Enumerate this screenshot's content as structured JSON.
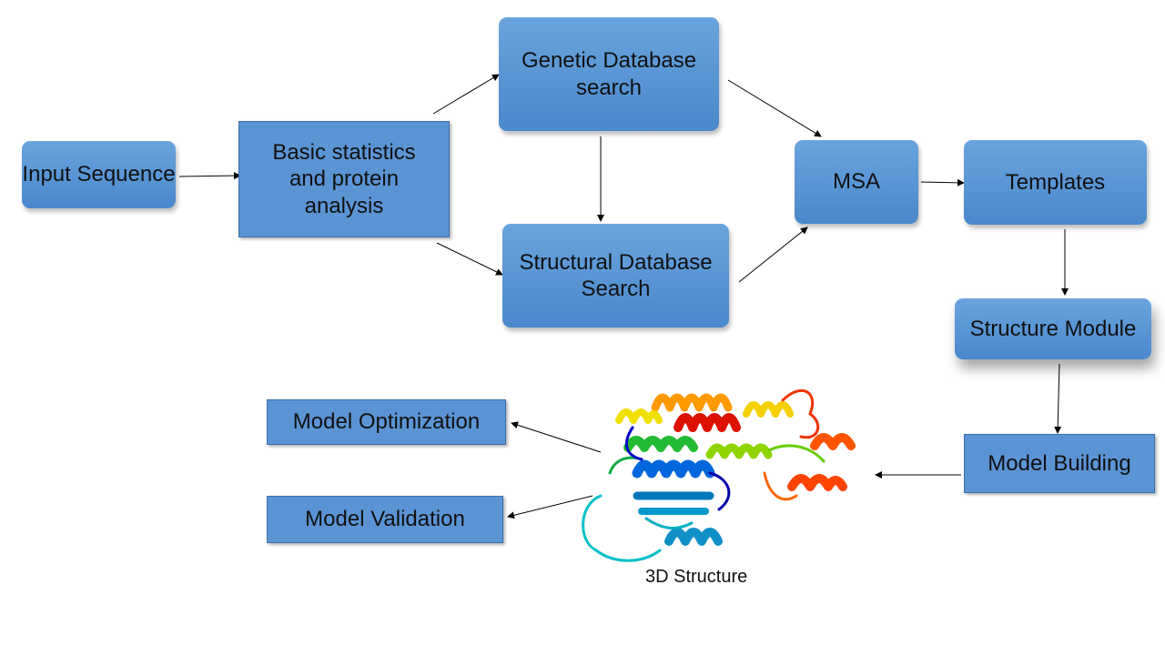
{
  "nodes": {
    "input": "Input Sequence",
    "basic": "Basic statistics and protein analysis",
    "genetic": "Genetic Database search",
    "structural": "Structural Database Search",
    "msa": "MSA",
    "templates": "Templates",
    "structure_module": "Structure Module",
    "model_building": "Model Building",
    "model_optimization": "Model Optimization",
    "model_validation": "Model Validation"
  },
  "figure_caption": "3D Structure",
  "colors": {
    "box_fill": "#5b94d4",
    "arrow": "#000000",
    "protein_gradient": [
      "#0000cc",
      "#0070e0",
      "#00b8c8",
      "#22bb33",
      "#8fd400",
      "#f0e000",
      "#ff9900",
      "#ff4400",
      "#cc0000"
    ]
  },
  "icons": {
    "protein": "protein-ribbon-icon"
  }
}
